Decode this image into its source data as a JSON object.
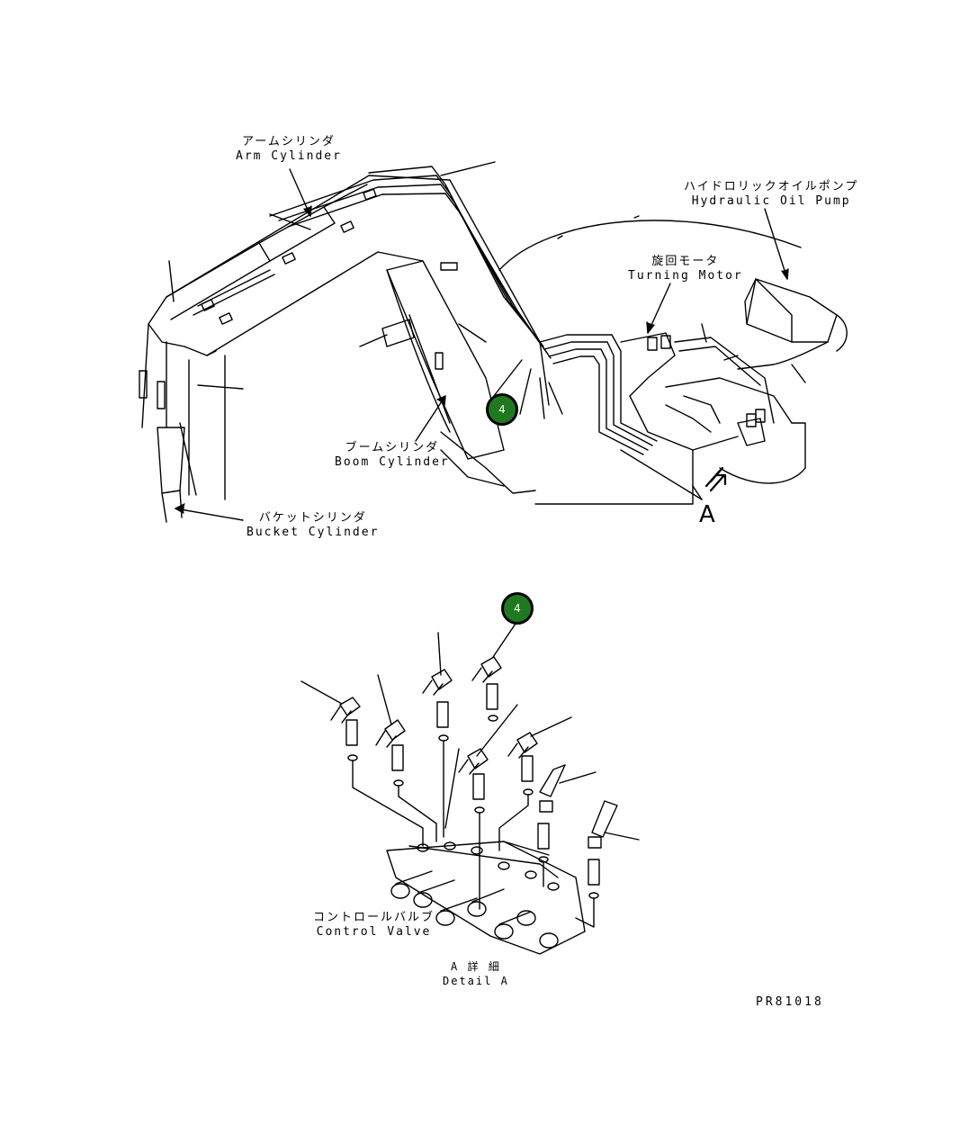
{
  "labels": {
    "arm_cylinder": {
      "jp": "アームシリンダ",
      "en": "Arm Cylinder"
    },
    "hydraulic_oil_pump": {
      "jp": "ハイドロリックオイルポンプ",
      "en": "Hydraulic Oil Pump"
    },
    "turning_motor": {
      "jp": "旋回モータ",
      "en": "Turning Motor"
    },
    "boom_cylinder": {
      "jp": "ブームシリンダ",
      "en": "Boom Cylinder"
    },
    "bucket_cylinder": {
      "jp": "バケットシリンダ",
      "en": "Bucket Cylinder"
    },
    "control_valve": {
      "jp": "コントロールバルブ",
      "en": "Control Valve"
    },
    "detail_a": {
      "jp": "A 詳 細",
      "en": "Detail A"
    }
  },
  "view_marker": "A",
  "callouts": [
    {
      "number": "4"
    },
    {
      "number": "4"
    }
  ],
  "drawing_code": "PR81018",
  "colors": {
    "callout_fill": "#1f7a1f",
    "line": "#000000"
  }
}
